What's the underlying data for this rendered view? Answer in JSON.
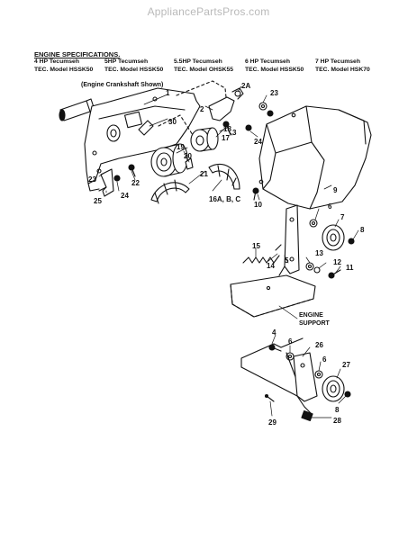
{
  "watermark": "AppliancePartsPros.com",
  "specs": {
    "title": "ENGINE SPECIFICATIONS.",
    "columns": [
      {
        "hp": "4 HP Tecumseh",
        "model": "TEC. Model HSSK50"
      },
      {
        "hp": "5HP Tecumseh",
        "model": "TEC. Model HSSK50"
      },
      {
        "hp": "5.5HP Tecumseh",
        "model": "TEC. Model OHSK55"
      },
      {
        "hp": "6 HP Tecumseh",
        "model": "TEC. Model HSSK50"
      },
      {
        "hp": "7 HP Tecumseh",
        "model": "TEC. Model HSK70"
      }
    ]
  },
  "captions": {
    "crankshaft": "(Engine Crankshaft Shown)",
    "support_line1": "ENGINE",
    "support_line2": "SUPPORT"
  },
  "callouts": {
    "c1": "1",
    "c2": "2",
    "c2a": "2A",
    "c3": "3",
    "c4": "4",
    "c5": "5",
    "c6a": "6",
    "c6b": "6",
    "c6c": "6",
    "c7": "7",
    "c8a": "8",
    "c8b": "8",
    "c9": "9",
    "c10": "10",
    "c11": "11",
    "c12": "12",
    "c13": "13",
    "c14": "14",
    "c15": "15",
    "c16": "16A, B, C",
    "c17": "17",
    "c18": "18",
    "c19": "19",
    "c20": "20",
    "c21": "21",
    "c22": "22",
    "c23a": "23",
    "c23b": "23",
    "c24a": "24",
    "c24b": "24",
    "c25": "25",
    "c26": "26",
    "c27": "27",
    "c28": "28",
    "c29": "29",
    "c30": "30"
  }
}
